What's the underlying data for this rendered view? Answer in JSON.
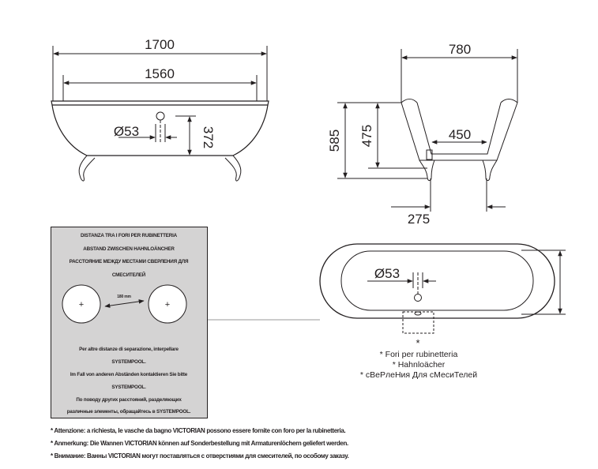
{
  "side_view": {
    "length_outer": "1700",
    "length_inner": "1560",
    "hole_diameter": "Ø53",
    "hole_height": "372"
  },
  "end_view": {
    "width": "780",
    "total_height": "585",
    "inner_depth": "475",
    "bottom_width": "450",
    "foot_spacing": "275"
  },
  "top_view": {
    "hole_diameter": "Ø53",
    "hole_marker": "*"
  },
  "info_box": {
    "heading_it": "DISTANZA TRA I FORI PER RUBINETTERIA",
    "heading_de": "ABSTAND ZWISCHEN HAHNLOÄNCHER",
    "heading_ru_1": "РАССТОЯНИЕ МЕЖДУ МЕСТАМИ СВЕРЛЕНИЯ ДЛЯ",
    "heading_ru_2": "СМЕСИТЕЛЕЙ",
    "spacing": "180 mm",
    "text_it_1": "Per altre distanze di separazione, interpellare",
    "text_it_2": "SYSTEMPOOL.",
    "text_de_1": "Im Fall von anderen Abständen kontaktieren Sie bitte",
    "text_de_2": "SYSTEMPOOL.",
    "text_ru_1": "По поводу других расстояний, разделяющих",
    "text_ru_2": "различные элементы, обращайтесь в SYSTEMPOOL."
  },
  "legend": {
    "line_it": "* Fori per rubinetteria",
    "line_de": "* Hahnloächer",
    "line_ru": "* сВеРлеНия Для сМесиТелей"
  },
  "notes": {
    "it": "* Attenzione: a richiesta, le vasche da bagno VICTORIAN possono essere fornite con foro per la rubinetteria.",
    "de": "* Anmerkung: Die Wannen VICTORIAN können auf Sonderbestellung mit Armaturenlöchern geliefert werden.",
    "ru": "* Внимание: Ванны VICTORIAN могут поставляться с отверстиями для смесителей, по особому заказу."
  }
}
